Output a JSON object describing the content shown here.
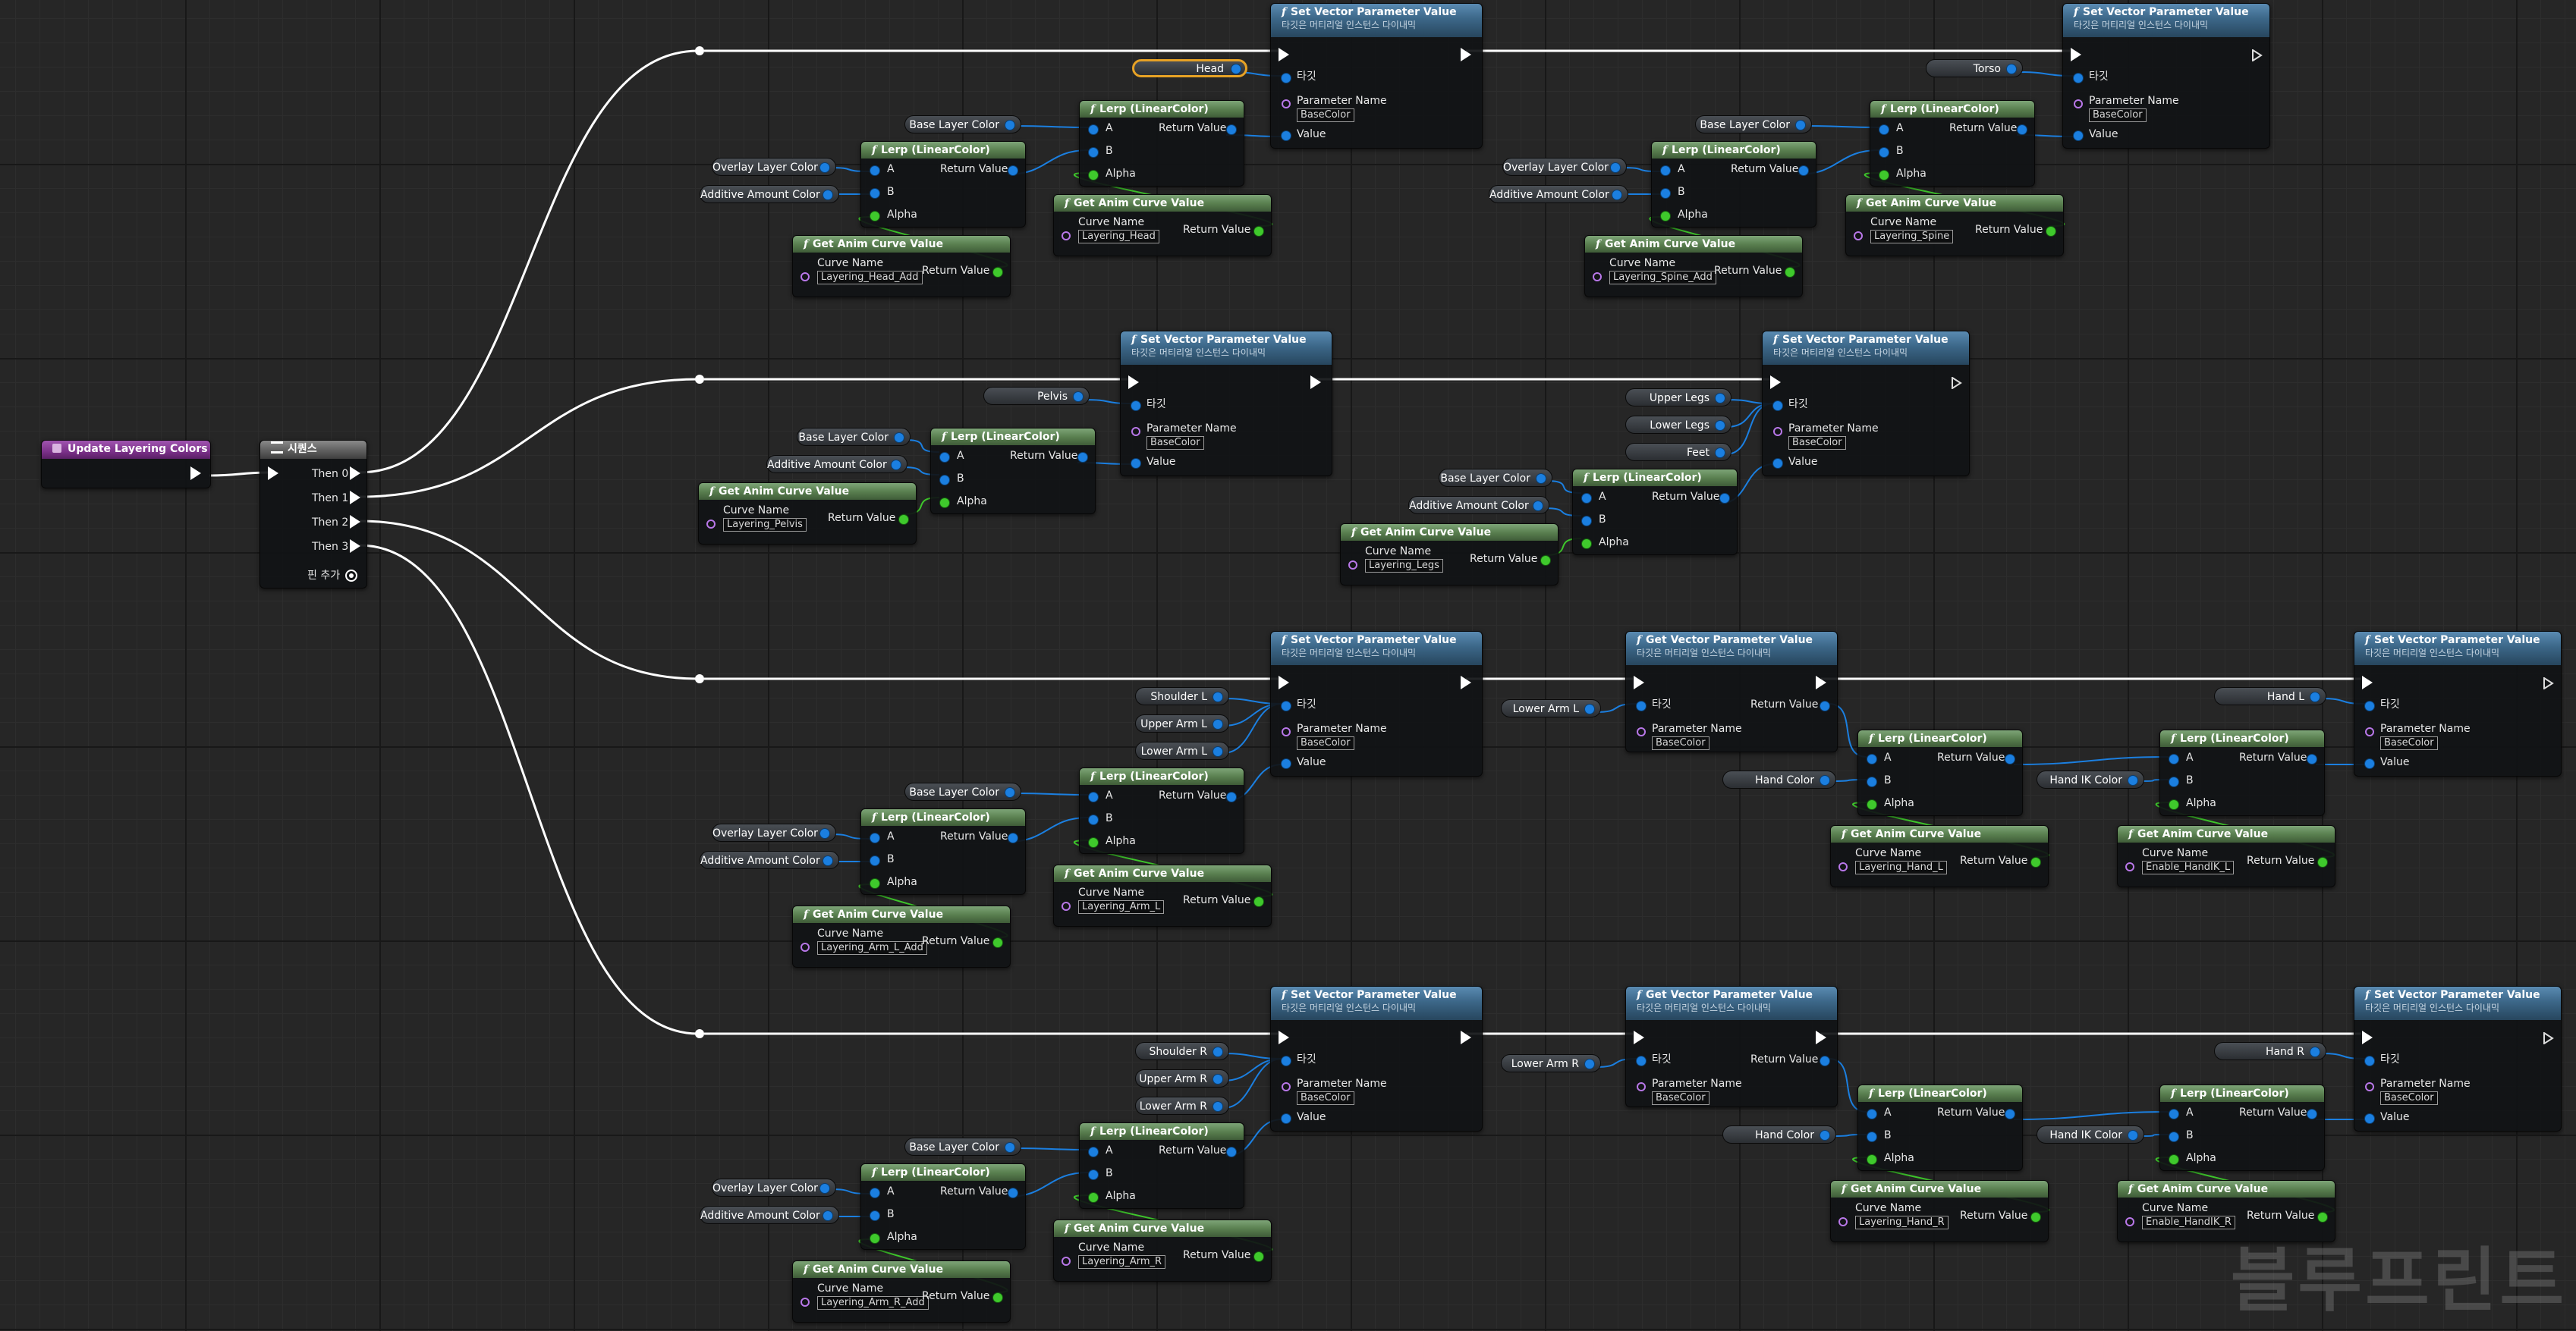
{
  "event": {
    "title": "Update Layering Colors"
  },
  "sequence": {
    "title": "시퀀스",
    "then0": "Then 0",
    "then1": "Then 1",
    "then2": "Then 2",
    "then3": "Then 3",
    "add_pin": "핀 추가"
  },
  "labels": {
    "set_vector": "Set Vector Parameter Value",
    "get_vector": "Get Vector Parameter Value",
    "target_sub": "타깃은 머티리얼 인스턴스 다이내믹",
    "target": "타깃",
    "parameter_name": "Parameter Name",
    "value": "Value",
    "return_value": "Return Value",
    "lerp": "Lerp (LinearColor)",
    "a": "A",
    "b": "B",
    "alpha": "Alpha",
    "get_anim_curve": "Get Anim Curve Value",
    "curve_name": "Curve Name",
    "base_color": "BaseColor"
  },
  "variables": {
    "head": "Head",
    "torso": "Torso",
    "pelvis": "Pelvis",
    "upper_legs": "Upper Legs",
    "lower_legs": "Lower Legs",
    "feet": "Feet",
    "base_layer_color": "Base Layer Color",
    "overlay_layer_color": "Overlay Layer Color",
    "additive_amount_color": "Additive Amount Color",
    "shoulder_l": "Shoulder L",
    "upper_arm_l": "Upper Arm L",
    "lower_arm_l": "Lower Arm L",
    "hand_l": "Hand L",
    "shoulder_r": "Shoulder R",
    "upper_arm_r": "Upper Arm R",
    "lower_arm_r": "Lower Arm R",
    "hand_r": "Hand R",
    "hand_color": "Hand Color",
    "hand_ik_color": "Hand IK Color"
  },
  "curves": {
    "head": "Layering_Head",
    "head_add": "Layering_Head_Add",
    "spine": "Layering_Spine",
    "spine_add": "Layering_Spine_Add",
    "pelvis": "Layering_Pelvis",
    "legs": "Layering_Legs",
    "arm_l": "Layering_Arm_L",
    "arm_l_add": "Layering_Arm_L_Add",
    "hand_l": "Layering_Hand_L",
    "handik_l": "Enable_HandIK_L",
    "arm_r": "Layering_Arm_R",
    "arm_r_add": "Layering_Arm_R_Add",
    "hand_r": "Layering_Hand_R",
    "handik_r": "Enable_HandIK_R"
  },
  "watermark": "블루프린트",
  "colors": {
    "exec_wire": "#ffffff",
    "color_wire": "#1b7fe0",
    "float_wire": "#3fc92c",
    "selected": "#e7a225"
  }
}
